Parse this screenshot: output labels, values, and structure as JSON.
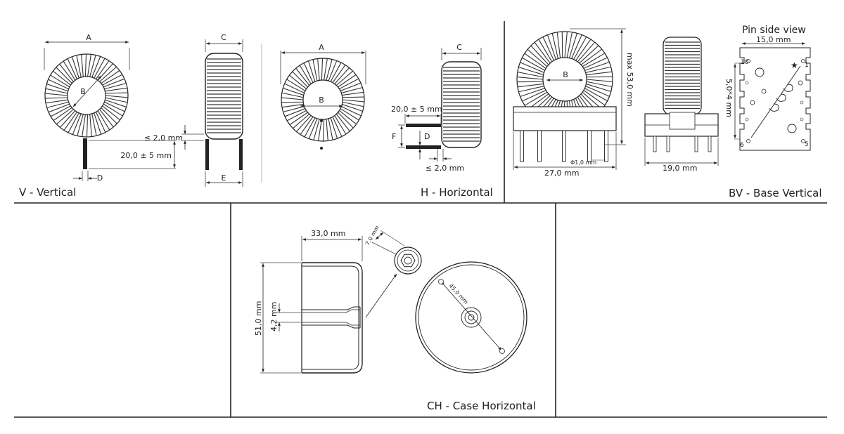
{
  "panels": {
    "vertical": {
      "caption": "V - Vertical",
      "dims": {
        "a": "A",
        "b": "B",
        "c": "C",
        "d": "D",
        "e": "E",
        "gap": "≤ 2,0 mm",
        "lead": "20,0 ± 5 mm"
      }
    },
    "horizontal": {
      "caption": "H - Horizontal",
      "dims": {
        "a": "A",
        "b": "B",
        "c": "C",
        "d": "D",
        "f": "F",
        "lead": "20,0 ± 5 mm",
        "gap": "≤ 2,0 mm"
      }
    },
    "base_vertical": {
      "caption": "BV - Base Vertical",
      "pin_side_title": "Pin side view",
      "dims": {
        "b": "B",
        "height": "max 53,0 mm",
        "pin_dia": "Φ1,0 mm",
        "width": "27,0 mm",
        "depth": "19,0 mm",
        "pin_width": "15,0 mm",
        "pin_pitch": "5,0*4 mm"
      },
      "pins": {
        "p10": "10",
        "p1": "1",
        "p6": "6",
        "p5": "5",
        "star": "★"
      }
    },
    "case_horizontal": {
      "caption": "CH - Case Horizontal",
      "dims": {
        "width": "33,0 mm",
        "height": "51,0 mm",
        "step": "4,2 mm",
        "hole": "7,0 mm",
        "diameter": "45,0 mm"
      }
    }
  }
}
